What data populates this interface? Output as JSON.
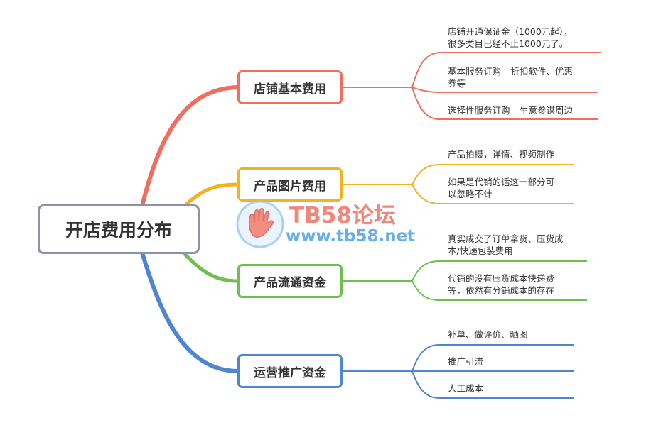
{
  "root": {
    "label": "开店费用分布"
  },
  "branches": [
    {
      "label": "店铺基本费用",
      "color": "#ef6e5e",
      "leaves": [
        {
          "lines": [
            "店铺开通保证金（1000元起），",
            "很多类目已经不止1000元了。"
          ]
        },
        {
          "lines": [
            "基本服务订购---折扣软件、优惠",
            "券等"
          ]
        },
        {
          "lines": [
            "选择性服务订购---生意参谋周边"
          ]
        }
      ]
    },
    {
      "label": "产品图片费用",
      "color": "#f2b321",
      "leaves": [
        {
          "lines": [
            "产品拍摄，详情、视频制作"
          ]
        },
        {
          "lines": [
            "如果是代销的话这一部分可",
            "以忽略不计"
          ]
        }
      ]
    },
    {
      "label": "产品流通资金",
      "color": "#6ec04e",
      "leaves": [
        {
          "lines": [
            "真实成交了订单拿货、压货成",
            "本/快递包装费用"
          ]
        },
        {
          "lines": [
            "代销的没有压货成本快递费",
            "等，依然有分销成本的存在"
          ]
        }
      ]
    },
    {
      "label": "运营推广资金",
      "color": "#4e87d0",
      "leaves": [
        {
          "lines": [
            "补单、做评价、晒图"
          ]
        },
        {
          "lines": [
            "推广引流"
          ]
        },
        {
          "lines": [
            "人工成本"
          ]
        }
      ]
    }
  ],
  "watermark": {
    "title": "TB58论坛",
    "url": "www.tb58.net",
    "title_color": "#f07a6c",
    "url_color": "#5aa6e6",
    "icon": "hand-icon"
  }
}
